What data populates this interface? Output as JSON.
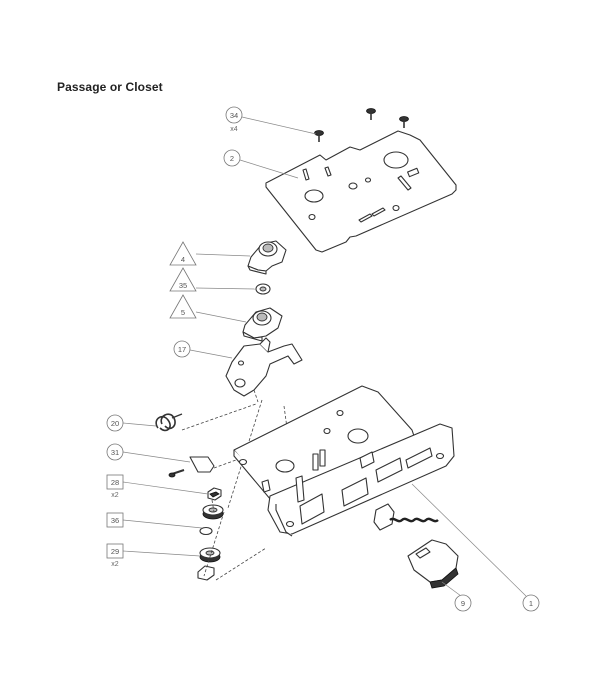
{
  "title": "Passage or Closet",
  "callouts": [
    {
      "id": "c34",
      "number": "34",
      "shape": "circle",
      "qty": "x4"
    },
    {
      "id": "c2",
      "number": "2",
      "shape": "circle",
      "qty": ""
    },
    {
      "id": "c4",
      "number": "4",
      "shape": "triangle",
      "qty": ""
    },
    {
      "id": "c35",
      "number": "35",
      "shape": "triangle",
      "qty": ""
    },
    {
      "id": "c5",
      "number": "5",
      "shape": "triangle",
      "qty": ""
    },
    {
      "id": "c17",
      "number": "17",
      "shape": "circle",
      "qty": ""
    },
    {
      "id": "c20",
      "number": "20",
      "shape": "circle",
      "qty": ""
    },
    {
      "id": "c31",
      "number": "31",
      "shape": "circle",
      "qty": ""
    },
    {
      "id": "c28",
      "number": "28",
      "shape": "square",
      "qty": "x2"
    },
    {
      "id": "c36",
      "number": "36",
      "shape": "square",
      "qty": ""
    },
    {
      "id": "c29",
      "number": "29",
      "shape": "square",
      "qty": "x2"
    },
    {
      "id": "c9",
      "number": "9",
      "shape": "circle",
      "qty": ""
    },
    {
      "id": "c1",
      "number": "1",
      "shape": "circle",
      "qty": ""
    }
  ]
}
